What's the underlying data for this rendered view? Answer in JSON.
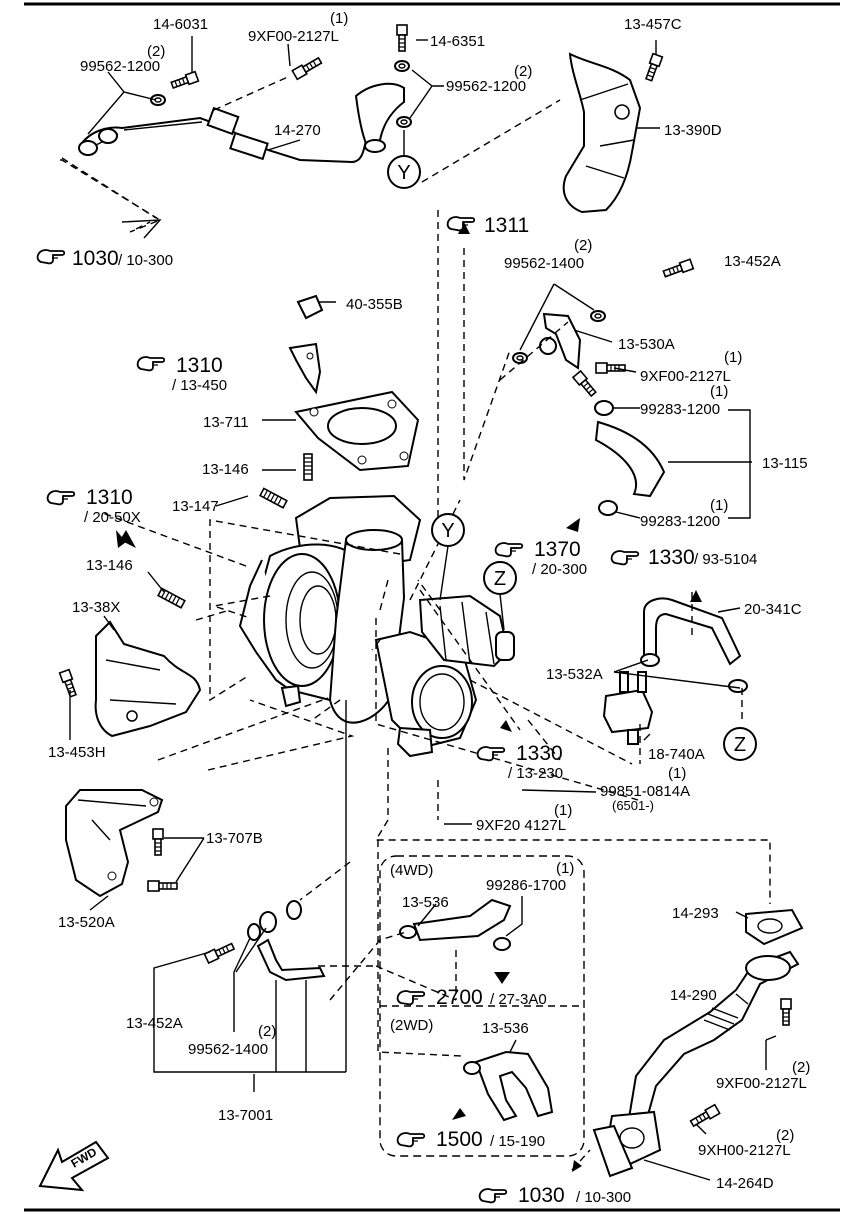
{
  "labels": {
    "p14_6031": "14-6031",
    "p9xf00_top_q": "(1)",
    "p9xf00_top": "9XF00-2127L",
    "p99562_1200_left_q": "(2)",
    "p99562_1200_left": "99562-1200",
    "p14_6351": "14-6351",
    "p99562_1200_right_q": "(2)",
    "p99562_1200_right": "99562-1200",
    "p14_270": "14-270",
    "p13_457c": "13-457C",
    "p13_390d": "13-390D",
    "marker_y": "Y",
    "marker_y2": "Y",
    "marker_z": "Z",
    "marker_z2": "Z",
    "p99562_1400_top_q": "(2)",
    "p99562_1400_top": "99562-1400",
    "p13_452a_top": "13-452A",
    "p40_355b": "40-355B",
    "p13_530a": "13-530A",
    "p9xf00_mid_q": "(1)",
    "p9xf00_mid": "9XF00-2127L",
    "p99283_top_q": "(1)",
    "p99283_top": "99283-1200",
    "p13_711": "13-711",
    "p13_115": "13-115",
    "p13_146_a": "13-146",
    "p13_147": "13-147",
    "p99283_bot_q": "(1)",
    "p99283_bot": "99283-1200",
    "p13_146_b": "13-146",
    "p13_38x": "13-38X",
    "p20_341c": "20-341C",
    "p13_532a": "13-532A",
    "p13_453h": "13-453H",
    "p18_740a": "18-740A",
    "p99851_q": "(1)",
    "p99851": "99851-0814A",
    "p99851_sub": "(6501-)",
    "p9xf20_q": "(1)",
    "p9xf20": "9XF20 4127L",
    "p13_707b": "13-707B",
    "p13_520a": "13-520A",
    "group_4wd": "(4WD)",
    "p99286_q": "(1)",
    "p99286": "99286-1700",
    "p13_536_4wd": "13-536",
    "group_2wd": "(2WD)",
    "p13_536_2wd": "13-536",
    "p14_293": "14-293",
    "p14_290": "14-290",
    "p13_452a_bot": "13-452A",
    "p99562_1400_bot_q": "(2)",
    "p99562_1400_bot": "99562-1400",
    "p9xf00_r1_q": "(2)",
    "p9xf00_r1": "9XF00-2127L",
    "p9xh00_q": "(2)",
    "p9xh00": "9XH00-2127L",
    "p13_7001": "13-7001",
    "p14_264d": "14-264D",
    "fwd": "FWD"
  },
  "references": [
    {
      "key": "r1030_top",
      "main": "1030",
      "sub": "/ 10-300"
    },
    {
      "key": "r1311",
      "main": "1311",
      "sub": ""
    },
    {
      "key": "r1310_a",
      "main": "1310",
      "sub": "/ 13-450"
    },
    {
      "key": "r1310_b",
      "main": "1310",
      "sub": "/ 20-50X"
    },
    {
      "key": "r1370",
      "main": "1370",
      "sub": "/ 20-300"
    },
    {
      "key": "r1330_a",
      "main": "1330",
      "sub": "/ 93-5104"
    },
    {
      "key": "r1330_b",
      "main": "1330",
      "sub": "/ 13-230"
    },
    {
      "key": "r2700",
      "main": "2700",
      "sub": "/ 27-3A0"
    },
    {
      "key": "r1500",
      "main": "1500",
      "sub": "/ 15-190"
    },
    {
      "key": "r1030_bot",
      "main": "1030",
      "sub": "/ 10-300"
    }
  ],
  "icons": {
    "reference": "pointing-hand-icon",
    "direction": "forward-arrow-icon"
  }
}
